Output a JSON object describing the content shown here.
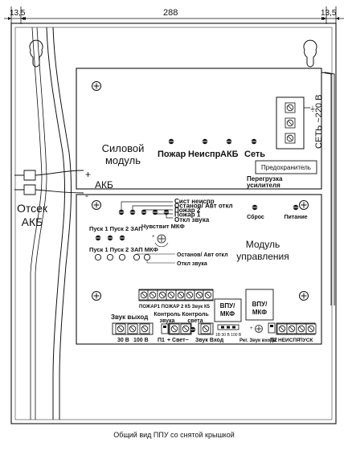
{
  "dimensions": {
    "left_margin": "13,5",
    "width": "288",
    "right_margin": "13,5"
  },
  "compartment": {
    "line1": "Отсек",
    "line2": "АКБ"
  },
  "power_module": {
    "label_line1": "Силовой",
    "label_line2": "модуль",
    "indicators": [
      "Пожар",
      "Неиспр",
      "АКБ",
      "Сеть"
    ],
    "mains_label": "СЕТЬ ~220 В",
    "fuse_label": "Предохранитель"
  },
  "battery_leads": {
    "plus": "+",
    "minus": "-",
    "label": "АКБ"
  },
  "control_module": {
    "label_line1": "Модуль",
    "label_line2": "управления",
    "leds_top": [
      "Сист неиспр",
      "Останов/ Авт откл",
      "Пожар 2",
      "Пожар 1",
      "Откл звука"
    ],
    "overload_line1": "Перегрузка",
    "overload_line2": "усилителя",
    "sbros": "Сброс",
    "pitanie": "Питание",
    "start_leds_label": "Пуск 1 Пуск 2 ЗАП",
    "chuvstvit": "Чувствит МКФ",
    "buttons_label": "Пуск 1 Пуск 2 ЗАП МКФ",
    "button_stop": "Останов/ Авт откл",
    "button_mute": "Откл звука"
  },
  "terminals": {
    "inputs_label": "ПОЖАР1 ПОЖАР 2  К5    Звук К5",
    "sound_out": "Звук выход",
    "sound_control_line1": "Контроль",
    "sound_control_line2": "звука",
    "light_control_line1": "Контроль",
    "light_control_line2": "света",
    "v30": "30 В",
    "v100": "100 В",
    "p1": "П1",
    "svet": "+ Свет−",
    "zvuk_vhod": "Звук Вход",
    "vpu_mkf_line1": "ВПУ/",
    "vpu_mkf_line2": "МКФ",
    "vpu_jumpers": "1В   30 В   100 В",
    "reg_zvuk": "Рег. Звук входа",
    "p2": "П2",
    "neispr": "НЕИСПР",
    "pusk": "ПУСК"
  },
  "caption": "Общий вид ППУ со снятой крышкой"
}
